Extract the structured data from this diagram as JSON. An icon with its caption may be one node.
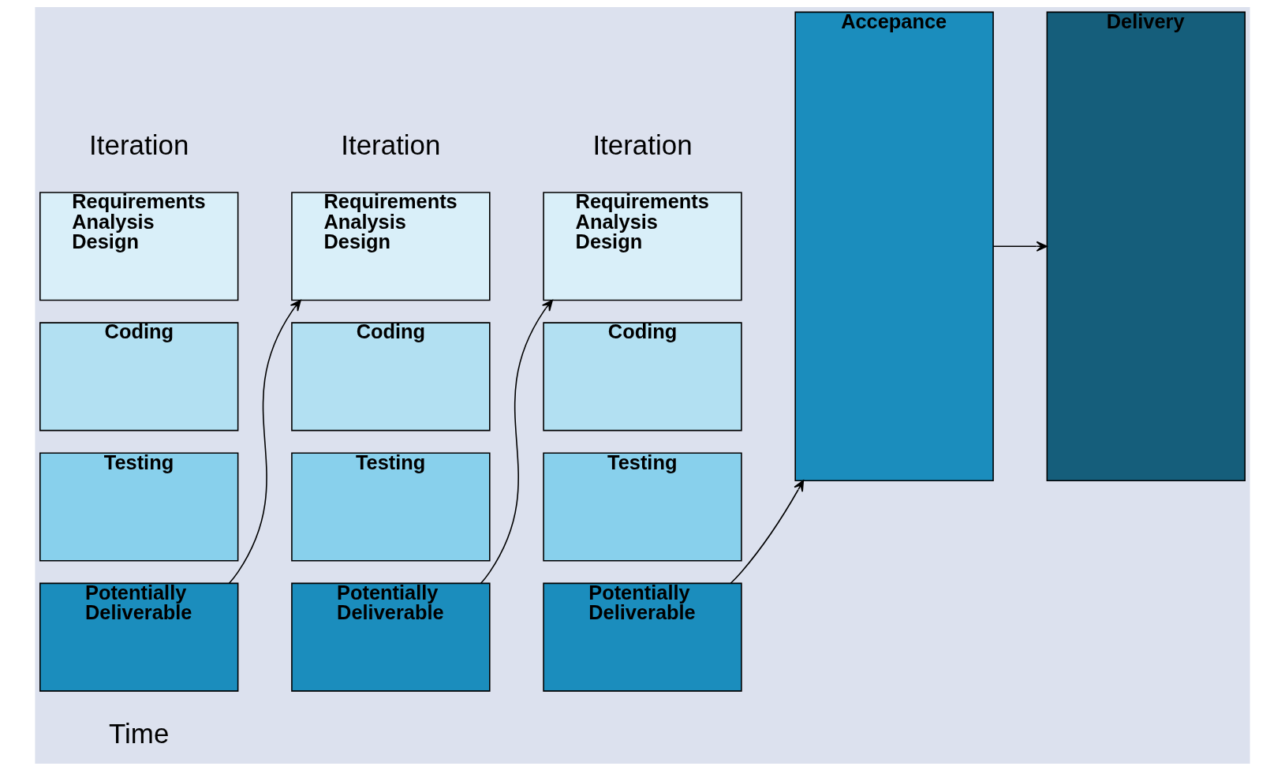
{
  "diagram": {
    "nodes": [
      {
        "text": [
          "Requirements Analysis Design"
        ]
      },
      {
        "text": [
          "Coding"
        ]
      },
      {
        "text": [
          "Testing"
        ]
      },
      {
        "text": [
          "Potentially Deliverable"
        ]
      },
      {
        "text": [
          "Requirements Analysis Design"
        ]
      },
      {
        "text": [
          "Coding"
        ]
      },
      {
        "text": [
          "Testing"
        ]
      },
      {
        "text": [
          "Potentially Deliverable"
        ]
      },
      {
        "text": [
          "Requirements Analysis Design"
        ]
      },
      {
        "text": [
          "Coding"
        ]
      },
      {
        "text": [
          "Testing"
        ]
      },
      {
        "text": [
          "Potentially Deliverable"
        ]
      },
      {
        "text": [
          "Accepance"
        ]
      },
      {
        "text": [
          "Delivery"
        ]
      }
    ],
    "edges": [
      {
        "from": 3,
        "to": 4,
        "arrow": "to"
      },
      {
        "from": 7,
        "to": 8,
        "arrow": "to"
      },
      {
        "from": 11,
        "to": 12,
        "arrow": "to"
      },
      {
        "from": 12,
        "to": 13,
        "arrow": "to"
      }
    ],
    "labels": [
      "Iteration",
      "Iteration",
      "Iteration",
      "Time"
    ]
  }
}
